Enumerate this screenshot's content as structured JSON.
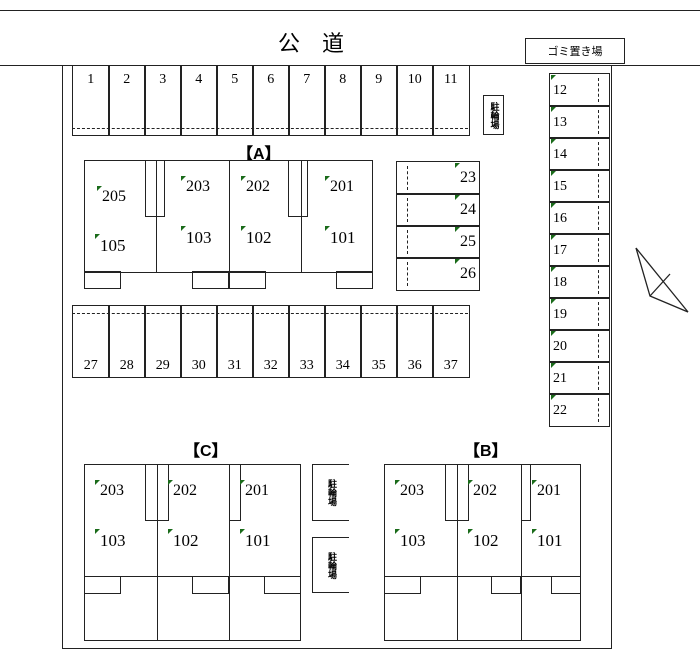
{
  "road": "公　道",
  "garbage": "ゴミ置き場",
  "bike_parking": "駐輪場",
  "buildings": {
    "A": "【A】",
    "B": "【B】",
    "C": "【C】"
  },
  "top_row": [
    "1",
    "2",
    "3",
    "4",
    "5",
    "6",
    "7",
    "8",
    "9",
    "10",
    "11"
  ],
  "right_col": [
    "12",
    "13",
    "14",
    "15",
    "16",
    "17",
    "18",
    "19",
    "20",
    "21",
    "22"
  ],
  "mid_col": [
    "23",
    "24",
    "25",
    "26"
  ],
  "mid_row": [
    "27",
    "28",
    "29",
    "30",
    "31",
    "32",
    "33",
    "34",
    "35",
    "36",
    "37"
  ],
  "a_units": [
    "205",
    "105",
    "203",
    "103",
    "202",
    "102",
    "201",
    "101"
  ],
  "c_units": [
    "203",
    "103",
    "202",
    "102",
    "201",
    "101"
  ],
  "b_units": [
    "203",
    "103",
    "202",
    "102",
    "201",
    "101"
  ],
  "accent": "#1a6b1a"
}
